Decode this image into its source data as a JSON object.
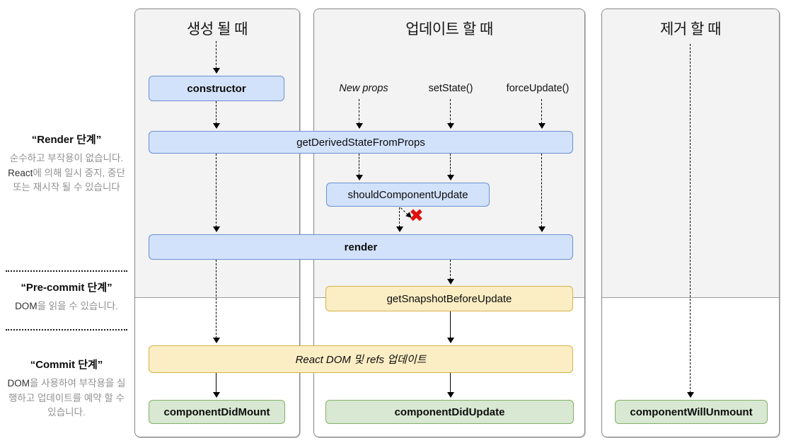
{
  "sidebar": {
    "phases": [
      {
        "title": "“Render 단계”",
        "body_pre": "순수하고 부작용이 없습니다. ",
        "body_em": "React",
        "body_post": "에 의해 일시 중지, 중단 또는 재시작 될 수 있습니다"
      },
      {
        "title": "“Pre-commit 단계”",
        "body_pre": "",
        "body_em": "DOM",
        "body_post": "을 읽을 수 있습니다."
      },
      {
        "title": "“Commit 단계”",
        "body_pre": "",
        "body_em": "DOM",
        "body_post": "을 사용하여 부작용을 실행하고 업데이트를 예약 할 수 있습니다."
      }
    ]
  },
  "columns": [
    {
      "title": "생성 될 때"
    },
    {
      "title": "업데이트 할 때"
    },
    {
      "title": "제거 할 때"
    }
  ],
  "triggers": {
    "new_props": "New props",
    "set_state": "setState()",
    "force_update": "forceUpdate()"
  },
  "boxes": {
    "constructor": "constructor",
    "get_derived_state_from_props": "getDerivedStateFromProps",
    "should_component_update": "shouldComponentUpdate",
    "render": "render",
    "get_snapshot_before_update": "getSnapshotBeforeUpdate",
    "react_dom_update": "React DOM 및 refs 업데이트",
    "component_did_mount": "componentDidMount",
    "component_did_update": "componentDidUpdate",
    "component_will_unmount": "componentWillUnmount"
  },
  "icons": {
    "cancel_x": "✖"
  },
  "colors": {
    "blue_fill": "#d2e2fa",
    "blue_border": "#6c8fd3",
    "yellow_fill": "#fbeec4",
    "yellow_border": "#d6b24a",
    "green_fill": "#d8e8d2",
    "green_border": "#82b066",
    "panel_gray": "#f2f3f2",
    "halt_red": "#df1010"
  }
}
